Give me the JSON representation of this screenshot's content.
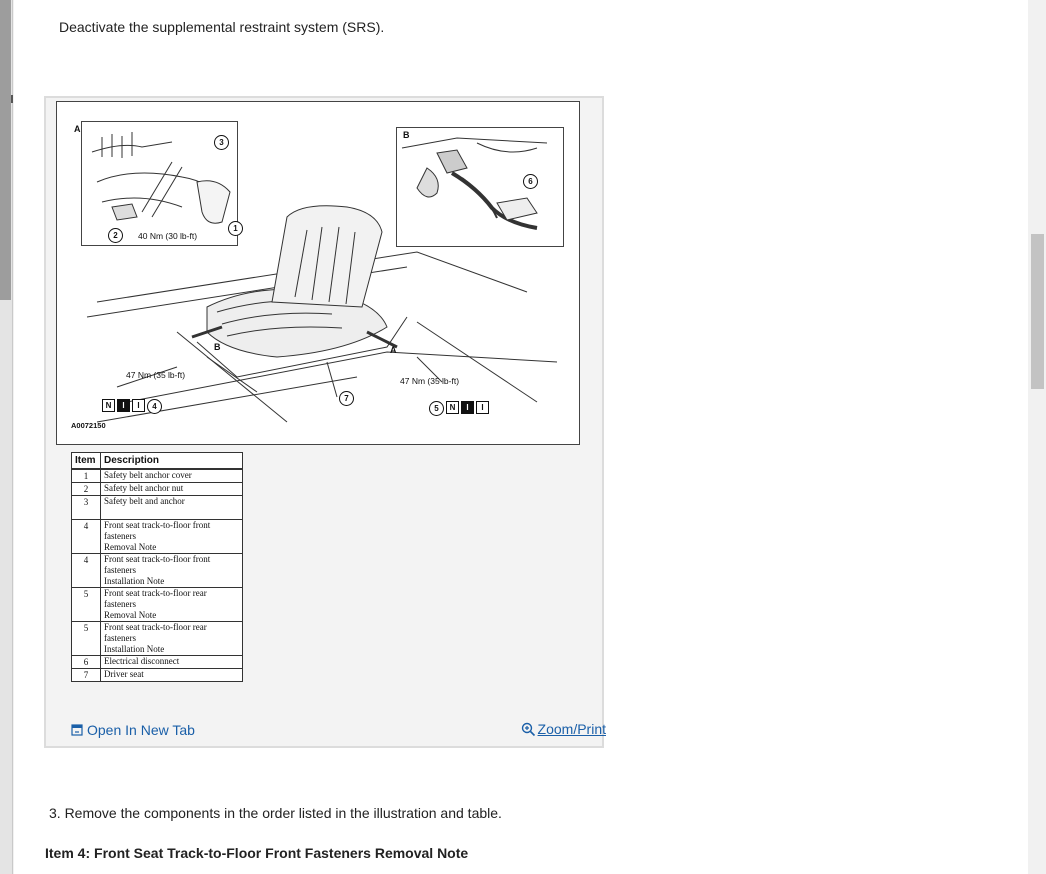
{
  "intro_text": "Deactivate the supplemental restraint system (SRS).",
  "illustration": {
    "inset_a_label": "A",
    "inset_b_label": "B",
    "torque_inset_a": "40 Nm (30 lb-ft)",
    "torque_left": "47 Nm (35 lb-ft)",
    "torque_right": "47 Nm (35 lb-ft)",
    "callouts": [
      "1",
      "2",
      "3",
      "4",
      "5",
      "6",
      "7"
    ],
    "seat_label_a": "A",
    "seat_label_b": "B",
    "symbols": [
      "N",
      "I",
      "I"
    ],
    "figure_code": "A0072150"
  },
  "table": {
    "header_item": "Item",
    "header_description": "Description",
    "rows": [
      {
        "item": "1",
        "desc": "Safety belt anchor cover"
      },
      {
        "item": "2",
        "desc": "Safety belt anchor nut"
      },
      {
        "item": "3",
        "desc": "Safety belt and anchor"
      },
      {
        "item": "4",
        "desc": "Front seat track-to-floor front fasteners",
        "note": "Removal Note"
      },
      {
        "item": "4",
        "desc": "Front seat track-to-floor front fasteners",
        "note": "Installation Note"
      },
      {
        "item": "5",
        "desc": "Front seat track-to-floor rear fasteners",
        "note": "Removal Note"
      },
      {
        "item": "5",
        "desc": "Front seat track-to-floor rear fasteners",
        "note": "Installation Note"
      },
      {
        "item": "6",
        "desc": "Electrical disconnect"
      },
      {
        "item": "7",
        "desc": "Driver seat"
      }
    ]
  },
  "figure_bar": {
    "open_tab_label": "Open In New Tab",
    "zoom_label": "Zoom/Print"
  },
  "step_text": "3. Remove the components in the order listed in the illustration and table.",
  "note_heading": "Item 4: Front Seat Track-to-Floor Front Fasteners Removal Note",
  "colors": {
    "link": "#1a5fa8",
    "text": "#222222"
  }
}
